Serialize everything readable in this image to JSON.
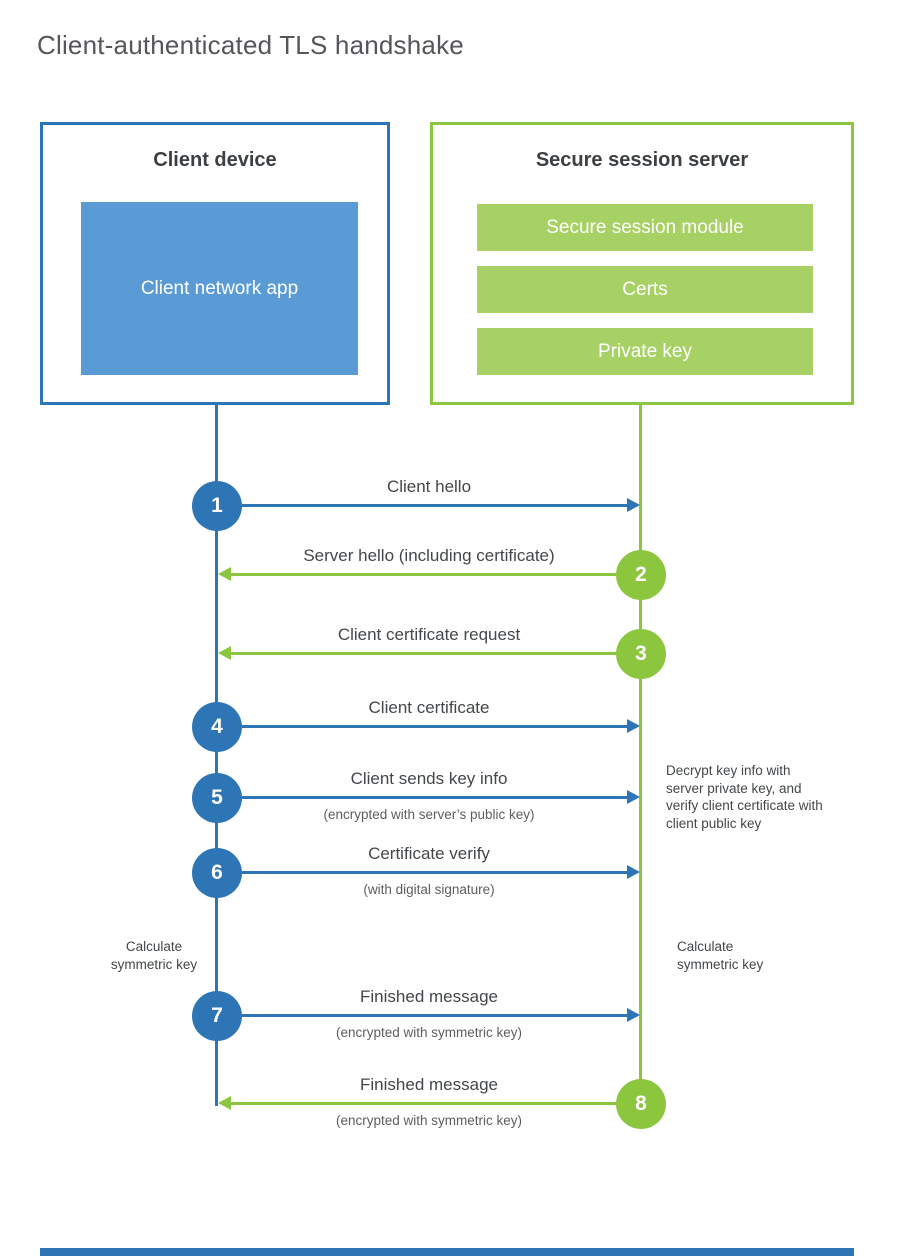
{
  "title": "Client-authenticated TLS handshake",
  "colors": {
    "blue": "#2e75b6",
    "blue_fill": "#5b9bd5",
    "green": "#8cc63f",
    "green_fill": "#a7d164"
  },
  "client": {
    "title": "Client device",
    "app_label": "Client network app"
  },
  "server": {
    "title": "Secure session server",
    "modules": [
      {
        "label": "Secure session module"
      },
      {
        "label": "Certs"
      },
      {
        "label": "Private key"
      }
    ]
  },
  "messages": [
    {
      "num": "1",
      "from": "client",
      "to": "server",
      "label": "Client hello"
    },
    {
      "num": "2",
      "from": "server",
      "to": "client",
      "label": "Server hello (including certificate)"
    },
    {
      "num": "3",
      "from": "server",
      "to": "client",
      "label": "Client certificate request"
    },
    {
      "num": "4",
      "from": "client",
      "to": "server",
      "label": "Client certificate"
    },
    {
      "num": "5",
      "from": "client",
      "to": "server",
      "label": "Client sends key info",
      "sub": "(encrypted with server’s public key)"
    },
    {
      "num": "6",
      "from": "client",
      "to": "server",
      "label": "Certificate verify",
      "sub": "(with digital signature)"
    },
    {
      "num": "7",
      "from": "client",
      "to": "server",
      "label": "Finished message",
      "sub": "(encrypted with symmetric key)"
    },
    {
      "num": "8",
      "from": "server",
      "to": "client",
      "label": "Finished message",
      "sub": "(encrypted with symmetric key)"
    }
  ],
  "annotations": {
    "decrypt_note": "Decrypt key info with server private key, and verify client certificate with client public key",
    "calculate_left": "Calculate symmetric key",
    "calculate_right": "Calculate symmetric key"
  }
}
